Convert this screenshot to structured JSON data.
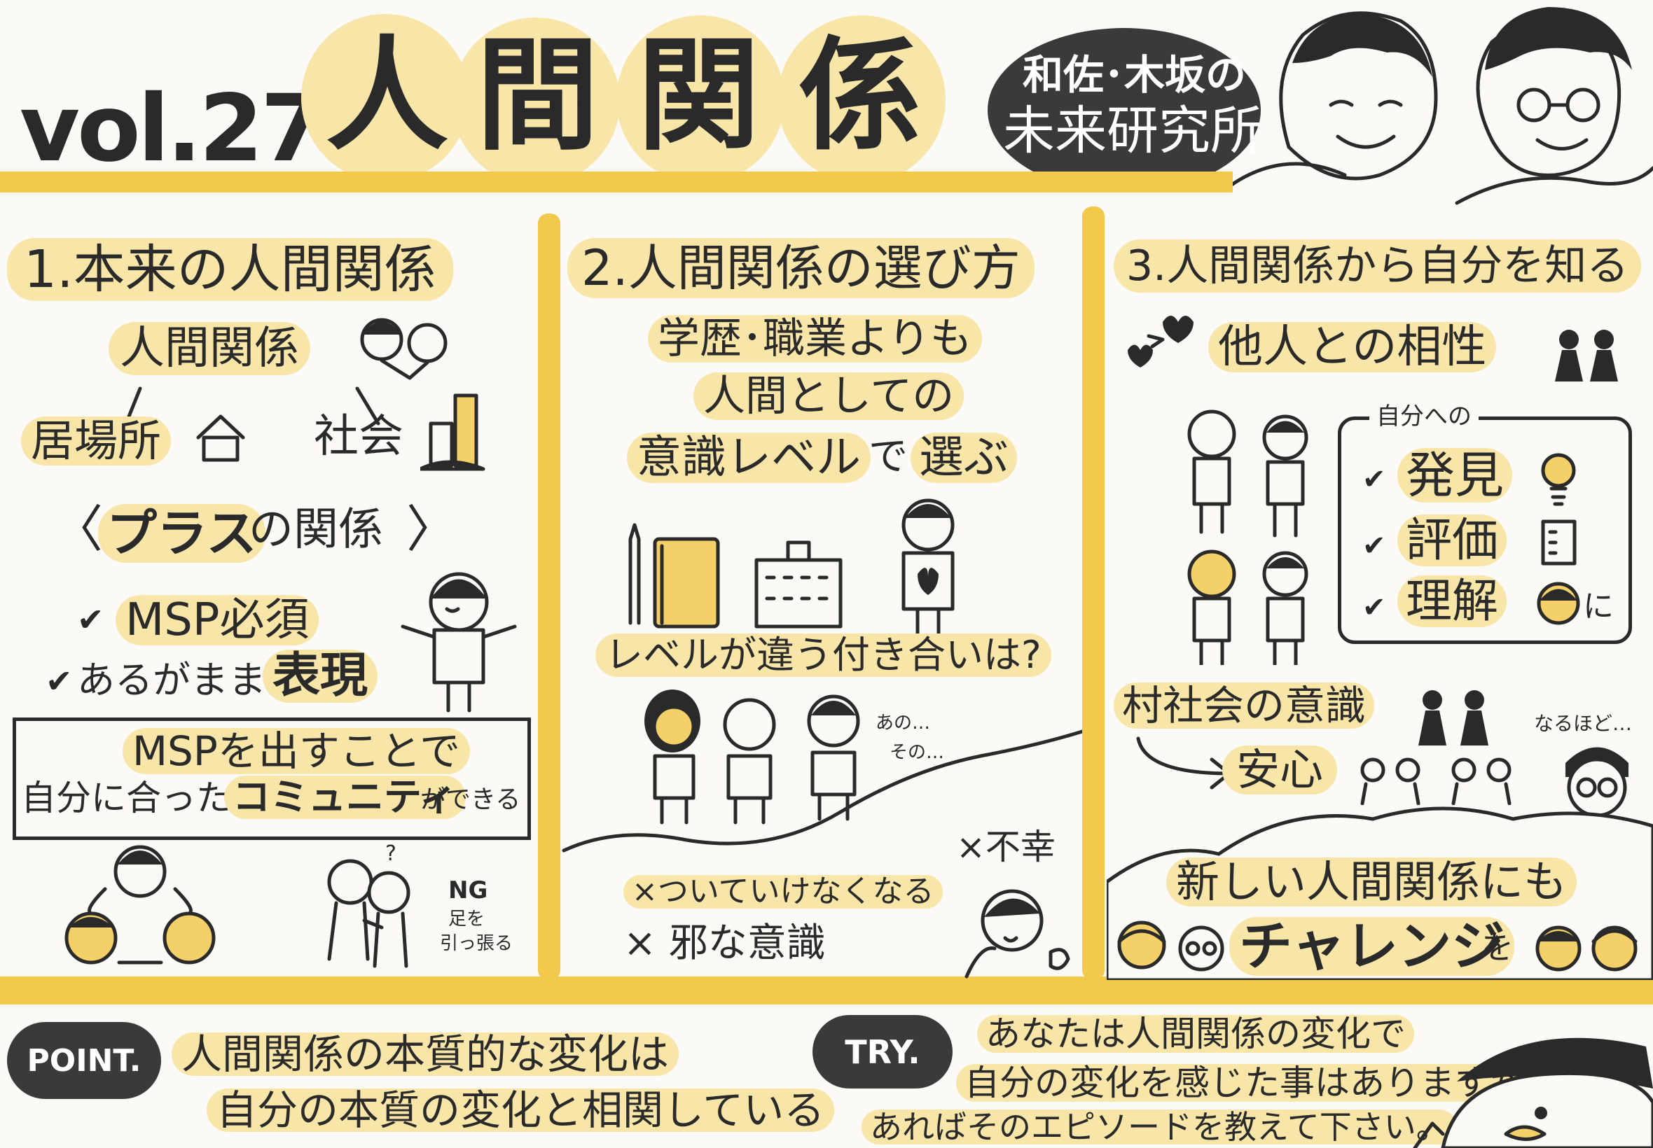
{
  "header": {
    "vol": "vol.27",
    "title_chars": [
      "人",
      "間",
      "関",
      "係"
    ],
    "badge_line1": "和佐･木坂の",
    "badge_line2": "未来研究所"
  },
  "colors": {
    "accent": "#f2c94c",
    "highlight": "#f8e6a8",
    "ink": "#2a2a2a"
  },
  "section1": {
    "heading": "1.本来の人間関係",
    "center": "人間関係",
    "left_branch": "居場所",
    "right_branch": "社会",
    "plus_open": "〈",
    "plus_em": "プラス",
    "plus_rest": "の関係",
    "plus_close": "〉",
    "check1": "MSP必須",
    "check2_a": "あるがまま",
    "check2_b": "表現",
    "box_line1": "MSPを出すことで",
    "box_line2_a": "自分に合った",
    "box_line2_b": "コミュニティ",
    "box_line2_c": "ができる",
    "ng_label": "NG",
    "ng_sub1": "足を",
    "ng_sub2": "引っ張る",
    "q_mark": "?"
  },
  "section2": {
    "heading": "2.人間関係の選び方",
    "line1": "学歴･職業よりも",
    "line2": "人間としての",
    "line3_a": "意識レベル",
    "line3_b": "で",
    "line3_c": "選ぶ",
    "question": "レベルが違う付き合いは?",
    "ano": "あの…",
    "sono": "その…",
    "x1": "×不幸",
    "x2": "×ついていけなくなる",
    "x3": "× 邪な意識"
  },
  "section3": {
    "heading": "3.人間関係から自分を知る",
    "aisho": "他人との相性",
    "jibun_header": "自分への",
    "items": [
      "発見",
      "評価",
      "理解"
    ],
    "ni": "に",
    "mura": "村社会の意識",
    "anshin": "安心",
    "naruhodo": "なるほど…",
    "new_line": "新しい人間関係にも",
    "challenge": "チャレンジ",
    "wo": "を"
  },
  "footer": {
    "point_label": "POINT.",
    "point_line1": "人間関係の本質的な変化は",
    "point_line2": "自分の本質の変化と相関している",
    "try_label": "TRY.",
    "try_line1": "あなたは人間関係の変化で",
    "try_line2": "自分の変化を感じた事はありますか?",
    "try_line3": "あればそのエピソードを教えて下さい。"
  }
}
